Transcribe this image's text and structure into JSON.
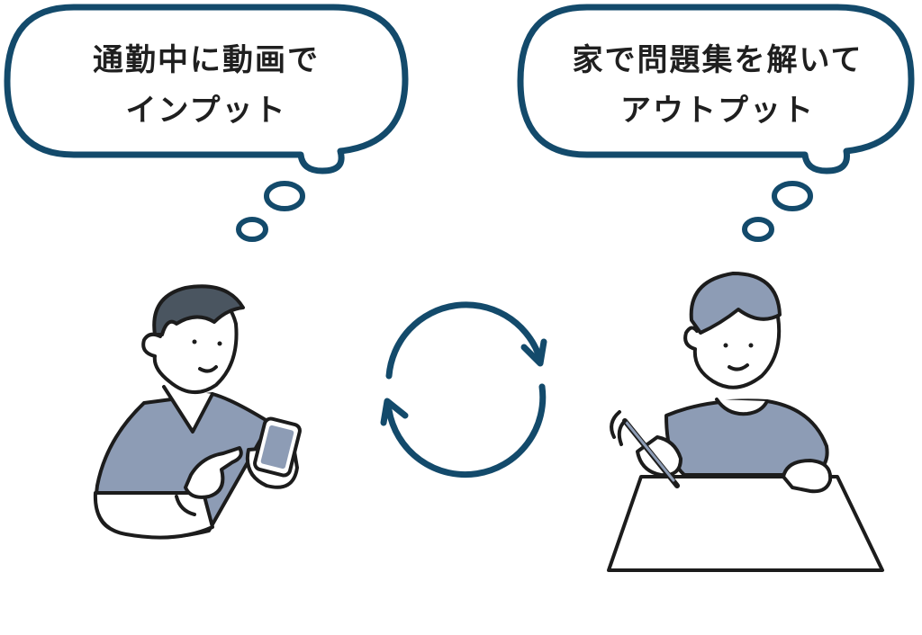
{
  "left_bubble": {
    "line1": "通勤中に動画で",
    "line2": "インプット"
  },
  "right_bubble": {
    "line1": "家で問題集を解いて",
    "line2": "アウトプット"
  },
  "colors": {
    "bubble_stroke": "#134a6b",
    "cycle_arrows": "#134a6b",
    "line_art": "#1c1c1c",
    "shirt_fill": "#8d9cb5",
    "hair_fill": "#4a5560",
    "background": "#ffffff"
  },
  "icons": {
    "cycle": "cycle-arrows-icon",
    "left_figure": "person-with-smartphone",
    "right_figure": "person-writing-at-desk"
  }
}
